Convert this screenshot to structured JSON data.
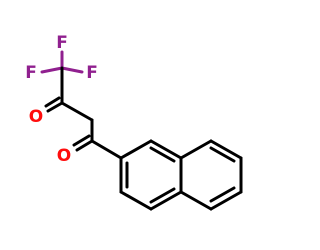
{
  "atoms": {
    "f_top": "F",
    "f_left": "F",
    "f_right": "F",
    "o_upper": "O",
    "o_lower": "O"
  },
  "colors": {
    "carbon_bond": "#000000",
    "fluorine": "#90208f",
    "oxygen": "#ff0d0d",
    "background": "#ffffff"
  }
}
